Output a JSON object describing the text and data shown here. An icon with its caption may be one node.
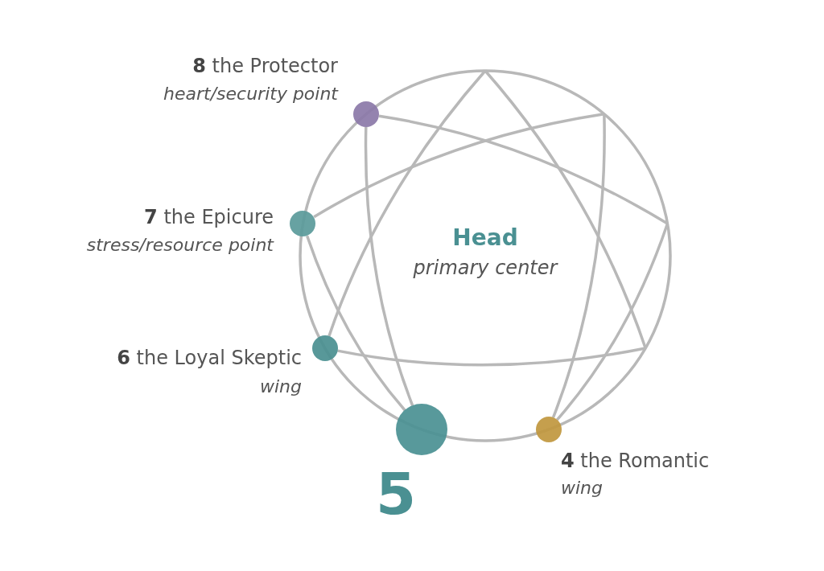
{
  "diagram": {
    "nodes": [
      {
        "text": [],
        "shape": "circle",
        "beside": [
          "**8** the Protector",
          "heart/security point"
        ]
      },
      {
        "text": [],
        "shape": "circle",
        "beside": [
          "**7** the Epicure",
          "stress/resource point"
        ]
      },
      {
        "text": [],
        "shape": "circle",
        "beside": [
          "**6** the Loyal Skeptic",
          "wing"
        ]
      },
      {
        "text": [],
        "shape": "circle",
        "beside": [
          "5"
        ]
      },
      {
        "text": [],
        "shape": "circle",
        "beside": [
          "**4** the Romantic",
          "wing"
        ]
      }
    ],
    "edges": [
      {
        "from": 0,
        "to": 3,
        "arrow": "none"
      },
      {
        "from": 3,
        "to": 1,
        "arrow": "none"
      },
      {
        "from": 0,
        "to": null,
        "arrow": "none"
      },
      {
        "from": 1,
        "to": null,
        "arrow": "none"
      },
      {
        "from": 2,
        "to": null,
        "arrow": "none"
      },
      {
        "from": 2,
        "to": null,
        "arrow": "none"
      },
      {
        "from": 4,
        "to": null,
        "arrow": "none"
      },
      {
        "from": 4,
        "to": null,
        "arrow": "none"
      }
    ],
    "labels": [
      "Head",
      "primary center"
    ]
  }
}
